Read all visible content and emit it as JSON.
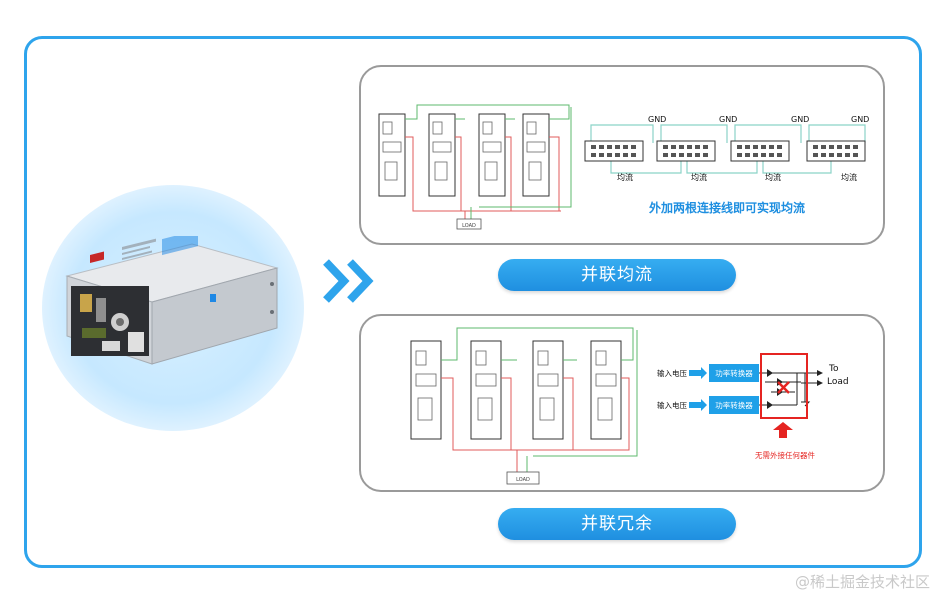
{
  "diagram": {
    "top_panel": {
      "gnd_label": "GND",
      "current_share_label": "均流",
      "caption": "外加两根连接线即可实现均流",
      "load_label": "LOAD"
    },
    "top_button": "并联均流",
    "bottom_panel": {
      "load_label": "LOAD",
      "input_voltage_label": "输入电压",
      "power_converter_label": "功率转换器",
      "output_to": "To",
      "output_load": "Load",
      "no_external_label": "无需外接任何器件"
    },
    "bottom_button": "并联冗余"
  },
  "watermark": "@稀土掘金技术社区",
  "colors": {
    "accent_blue": "#2ea4ec",
    "highlight_red": "#e52421",
    "converter_blue": "#1fa0e8"
  }
}
